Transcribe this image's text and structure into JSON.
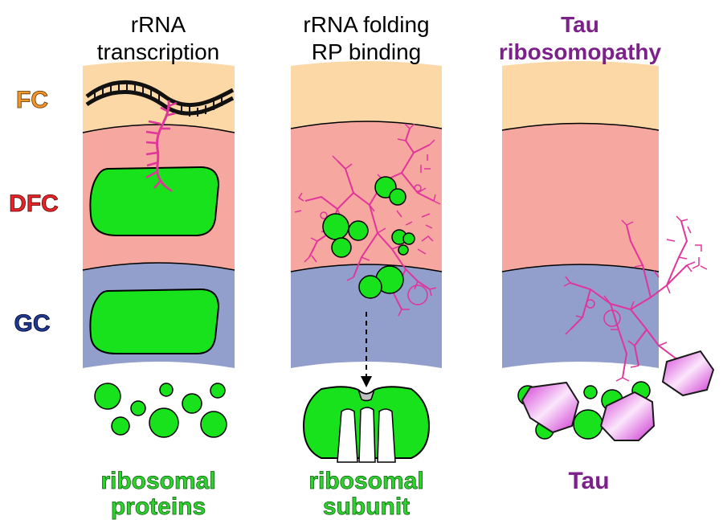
{
  "columns": [
    {
      "title_line1": "rRNA",
      "title_line2": "transcription",
      "caption_line1": "ribosomal",
      "caption_line2": "proteins"
    },
    {
      "title_line1": "rRNA folding",
      "title_line2": "RP binding",
      "caption_line1": "ribosomal",
      "caption_line2": "subunit"
    },
    {
      "title_line1": "Tau",
      "title_line2": "ribosomopathy",
      "caption_line1": "Tau",
      "caption_line2": ""
    }
  ],
  "regions": {
    "fc": {
      "label": "FC",
      "color": "#f2952b",
      "fill": "#fbd8a5"
    },
    "dfc": {
      "label": "DFC",
      "color": "#e8262a",
      "fill": "#f6a79f"
    },
    "gc": {
      "label": "GC",
      "color": "#1f3a8f",
      "fill": "#929ecb"
    }
  },
  "colors": {
    "protein": "#18e21b",
    "rna": "#e0359b",
    "tau": "#e040e0",
    "title_purple": "#7b2189",
    "caption_green": "#2fd12f"
  }
}
